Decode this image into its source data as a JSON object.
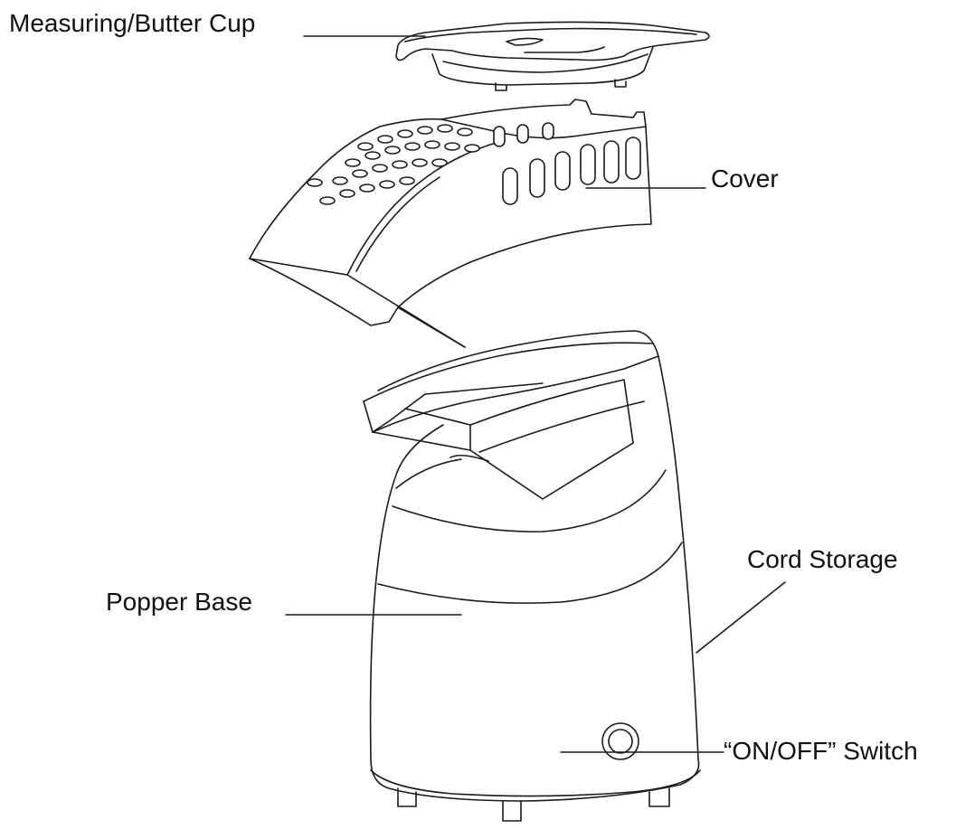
{
  "diagram": {
    "labels": {
      "measuring_cup": "Measuring/Butter Cup",
      "cover": "Cover",
      "cord_storage": "Cord Storage",
      "popper_base": "Popper Base",
      "on_off_switch": "“ON/OFF” Switch"
    },
    "colors": {
      "line": "#1a1a1a",
      "fill": "#ffffff",
      "text": "#111111"
    }
  }
}
